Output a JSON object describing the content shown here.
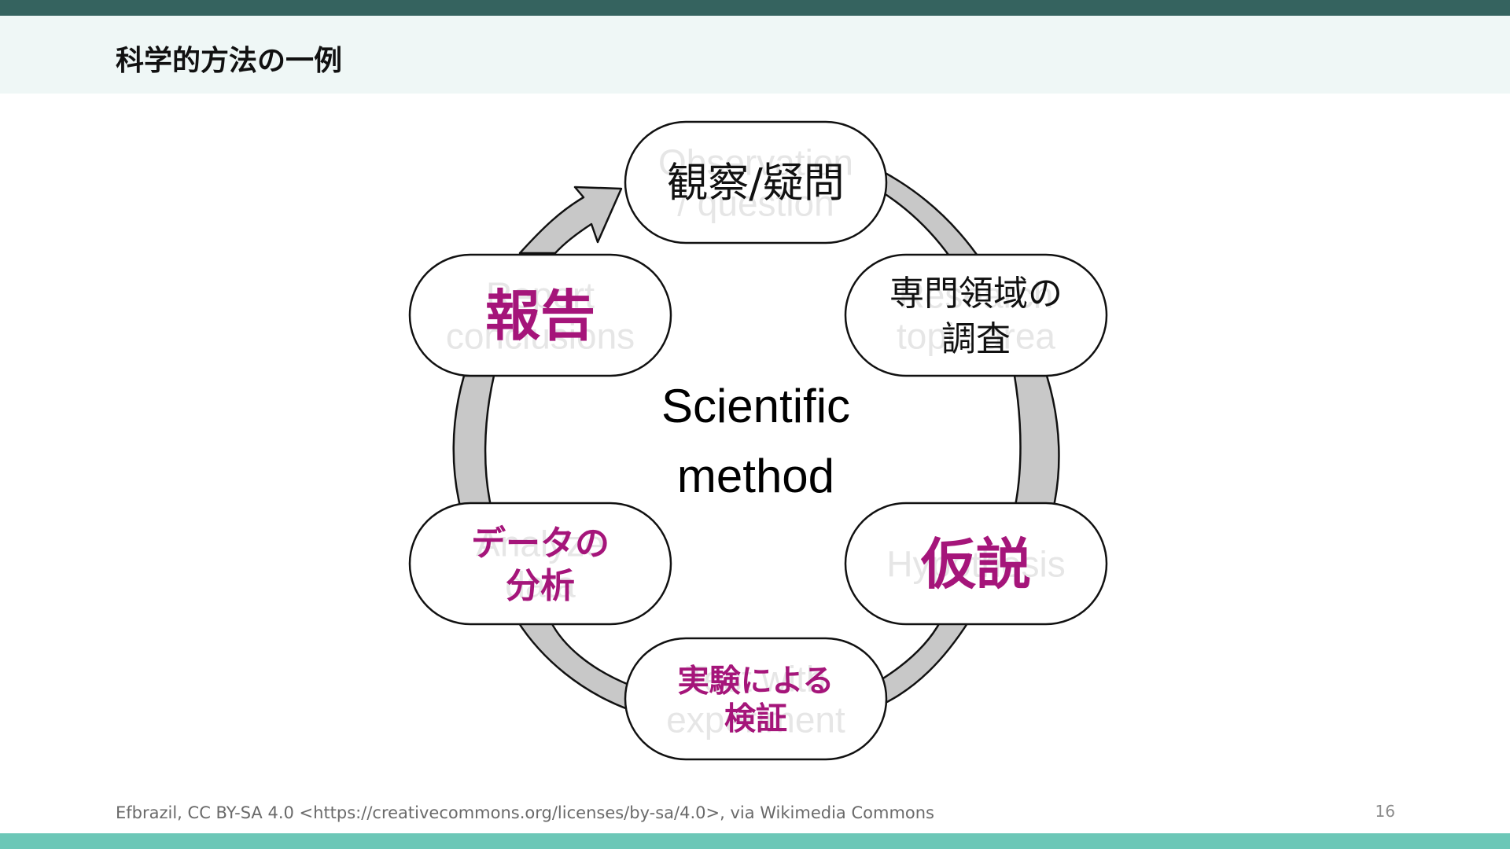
{
  "slide": {
    "title": "科学的方法の一例",
    "credit": "Efbrazil, CC BY-SA 4.0 <https://creativecommons.org/licenses/by-sa/4.0>, via Wikimedia Commons",
    "page_number": "16"
  },
  "diagram": {
    "center_lines": [
      "Scientific",
      "method"
    ],
    "steps": [
      {
        "id": "observation",
        "label_lines": [
          "観察/疑問"
        ],
        "ghost_lines": [
          "Observation",
          "/ question"
        ],
        "style": "plain"
      },
      {
        "id": "research",
        "label_lines": [
          "専門領域の",
          "調査"
        ],
        "ghost_lines": [
          "Research",
          "topic area"
        ],
        "style": "plain"
      },
      {
        "id": "hypothesis",
        "label_lines": [
          "仮説"
        ],
        "ghost_lines": [
          "Hypothesis"
        ],
        "style": "accent"
      },
      {
        "id": "test",
        "label_lines": [
          "実験による",
          "検証"
        ],
        "ghost_lines": [
          "Test with",
          "experiment"
        ],
        "style": "accent"
      },
      {
        "id": "analyze",
        "label_lines": [
          "データの",
          "分析"
        ],
        "ghost_lines": [
          "Analyze",
          "data"
        ],
        "style": "accent"
      },
      {
        "id": "report",
        "label_lines": [
          "報告"
        ],
        "ghost_lines": [
          "Report",
          "conclusions"
        ],
        "style": "accent"
      }
    ]
  },
  "colors": {
    "top_bar": "#35635f",
    "title_band": "#eff7f6",
    "bottom_bar": "#6cc7b7",
    "accent": "#a5157a",
    "ring": "#c8c8c8",
    "ghost": "#e6e6e6"
  }
}
